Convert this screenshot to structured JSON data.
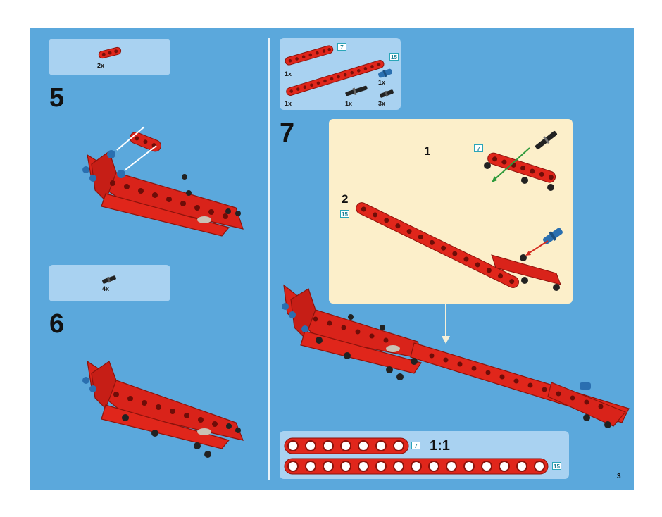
{
  "page": {
    "number": "3"
  },
  "step5": {
    "number": "5",
    "parts": [
      {
        "qty": "2x"
      }
    ]
  },
  "step6": {
    "number": "6",
    "parts": [
      {
        "qty": "4x"
      }
    ]
  },
  "step7": {
    "number": "7",
    "parts": [
      {
        "qty": "1x",
        "length": "7"
      },
      {
        "qty": "1x",
        "length": "15"
      },
      {
        "qty": "1x"
      },
      {
        "qty": "1x"
      },
      {
        "qty": "3x"
      }
    ],
    "sub1": {
      "label": "1",
      "length": "7"
    },
    "sub2": {
      "label": "2",
      "length": "15"
    }
  },
  "scale": {
    "label": "1:1",
    "beam_short": "7",
    "beam_long": "15"
  },
  "colors": {
    "background": "#5ba8dc",
    "callout": "#a9d2f1",
    "subassembly": "#fcefca",
    "beam": "#e0261b"
  }
}
